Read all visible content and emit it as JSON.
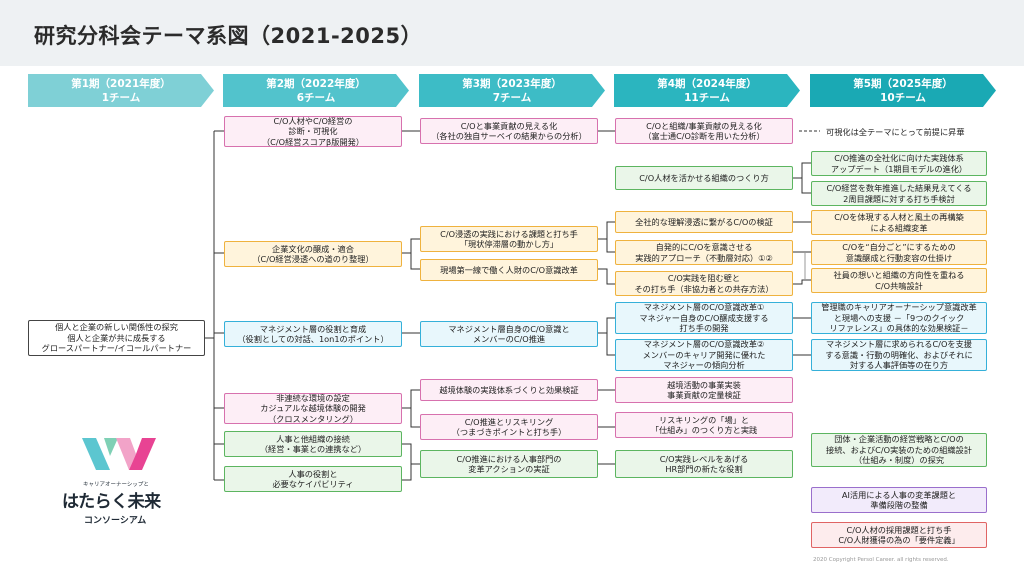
{
  "title": "研究分科会テーマ系図（2021-2025）",
  "phases": [
    {
      "name": "第1期（2021年度）",
      "teams": "1チーム",
      "color": "#7fd0d6"
    },
    {
      "name": "第2期（2022年度）",
      "teams": "6チーム",
      "color": "#52c3cc"
    },
    {
      "name": "第3期（2023年度）",
      "teams": "7チーム",
      "color": "#3dbcc6"
    },
    {
      "name": "第4期（2024年度）",
      "teams": "11チーム",
      "color": "#2bb5bf"
    },
    {
      "name": "第5期（2025年度）",
      "teams": "10チーム",
      "color": "#1aa9b4"
    }
  ],
  "boxes": {
    "root": "個人と企業の新しい関係性の探究\n個人と企業が共に成長する\nグロースパートナー/イコールパートナー",
    "p2_1": "C/O人材やC/O経営の\n診断・可視化\n（C/O経営スコアβ版開発）",
    "p2_2": "企業文化の醸成・適合\n（C/O経営浸透への道のり整理）",
    "p2_3": "マネジメント層の役割と育成\n（役割としての対話、1on1のポイント）",
    "p2_4": "非連続な環境の設定\nカジュアルな越境体験の開発\n（クロスメンタリング）",
    "p2_5": "人事と他組織の接続\n（経営・事業との連携など）",
    "p2_6": "人事の役割と\n必要なケイパビリティ",
    "p3_1": "C/Oと事業貢献の見える化\n（各社の独自サーベイの結果からの分析）",
    "p3_2": "C/O浸透の実践における課題と打ち手\n「現状停滞層の動かし方」",
    "p3_3": "現場第一線で働く人財のC/O意識改革",
    "p3_4": "マネジメント層自身のC/O意識と\nメンバーのC/O推進",
    "p3_5": "越境体験の実践体系づくりと効果検証",
    "p3_6": "C/O推進とリスキリング\n（つまづきポイントと打ち手）",
    "p3_7": "C/O推進における人事部門の\n変革アクションの実証",
    "p4_1": "C/Oと組織/事業貢献の見える化\n（富士通C/O診断を用いた分析）",
    "p4_2": "C/O人材を活かせる組織のつくり方",
    "p4_3": "全社的な理解浸透に繋がるC/Oの検証",
    "p4_4": "自発的にC/Oを意識させる\n実践的アプローチ（不動層対応）①②",
    "p4_5": "C/O実践を阻む壁と\nその打ち手（非協力者との共存方法）",
    "p4_6": "マネジメント層のC/O意識改革①\nマネジャー自身のC/O醸成支援する\n打ち手の開発",
    "p4_7": "マネジメント層のC/O意識改革②\nメンバーのキャリア開発に優れた\nマネジャーの傾向分析",
    "p4_8": "越境活動の事業実装\n事業貢献の定量検証",
    "p4_9": "リスキリングの「場」と\n「仕組み」のつくり方と実践",
    "p4_10": "C/O実践レベルをあげる\nHR部門の新たな役割",
    "p5_1": "C/O推進の全社化に向けた実践体系\nアップデート（1期目モデルの進化）",
    "p5_2": "C/O経営を数年推進した結果見えてくる\n2周目課題に対する打ち手検討",
    "p5_3": "C/Oを体現する人材と風土の再構築\nによる組織変革",
    "p5_4": "C/Oを“自分ごと”にするための\n意識醸成と行動変容の仕掛け",
    "p5_5": "社員の想いと組織の方向性を重ねる\nC/O共鳴設計",
    "p5_6": "管理職のキャリアオーナーシップ意識改革\nと現場への支援 －「9つのクイック\nリファレンス」の具体的な効果検証－",
    "p5_7": "マネジメント層に求められるC/Oを支援\nする意識・行動の明確化、およびそれに\n対する人事評価等の在り方",
    "p5_8": "団体・企業活動の経営戦略とC/Oの\n接続、およびC/O実装のための組織設計\n（仕組み・制度）の探究",
    "p5_9": "AI活用による人事の変革課題と\n準備段階の整備",
    "p5_10": "C/O人材の採用課題と打ち手\nC/O人財獲得の為の「要件定義」"
  },
  "note": "可視化は全テーマにとって前提に昇華",
  "logo": {
    "sub": "キャリアオーナーシップと",
    "main": "はたらく未来",
    "bottom": "コンソーシアム"
  },
  "copyright": "2020 Copyright Persol Career. all rights reserved."
}
